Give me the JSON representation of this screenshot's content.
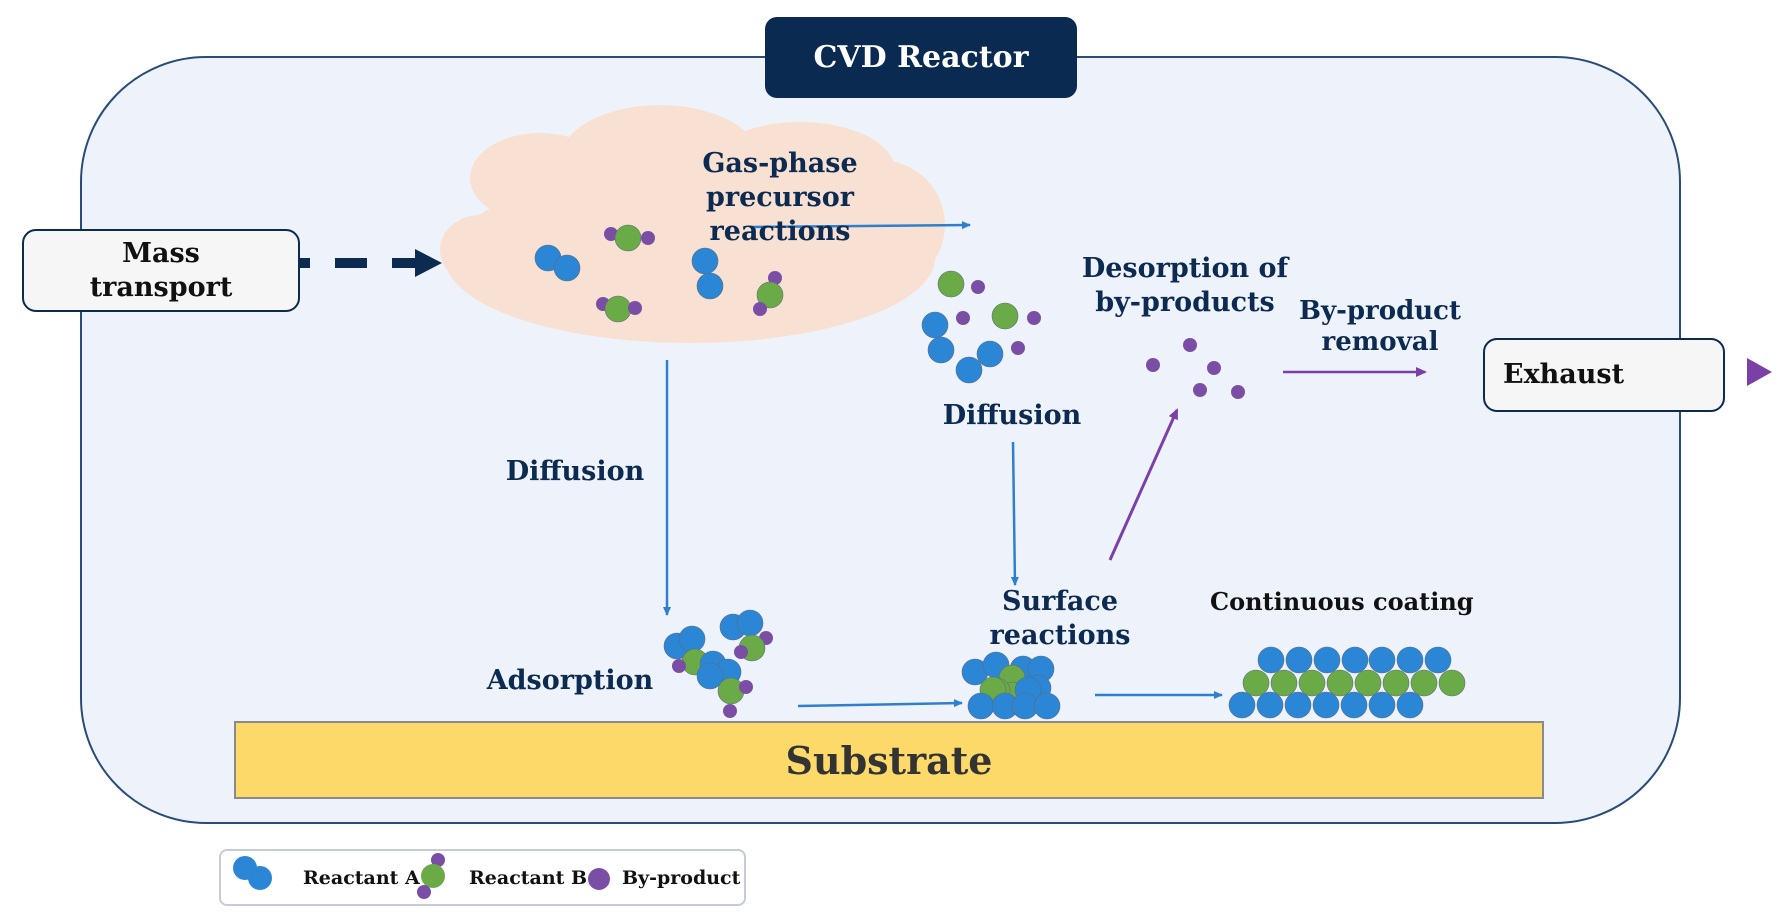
{
  "title": "CVD Reactor",
  "inlet_box": "Mass\ntransport",
  "outlet_box": "Exhaust",
  "substrate": "Substrate",
  "labels": {
    "gas_phase": "Gas-phase\nprecursor reactions",
    "diffusion_left": "Diffusion",
    "diffusion_right": "Diffusion",
    "adsorption": "Adsorption",
    "surface_reactions": "Surface\nreactions",
    "continuous_coating": "Continuous coating",
    "desorption": "Desorption of\nby-products",
    "removal": "By-product\nremoval"
  },
  "legend": {
    "reactant_a": "Reactant A",
    "reactant_b": "Reactant B",
    "by_product": "By-product"
  },
  "colors": {
    "reactant_a": "#2b86d6",
    "reactant_b": "#6aab47",
    "by_product": "#7b4ea6",
    "navy": "#0d2a50",
    "arrow_blue": "#2f7fcf",
    "arrow_purple": "#7b3fa8",
    "reactor_fill": "#eef3fb",
    "cloud_fill": "#f8e1d3",
    "substrate": "#fdd96a"
  }
}
